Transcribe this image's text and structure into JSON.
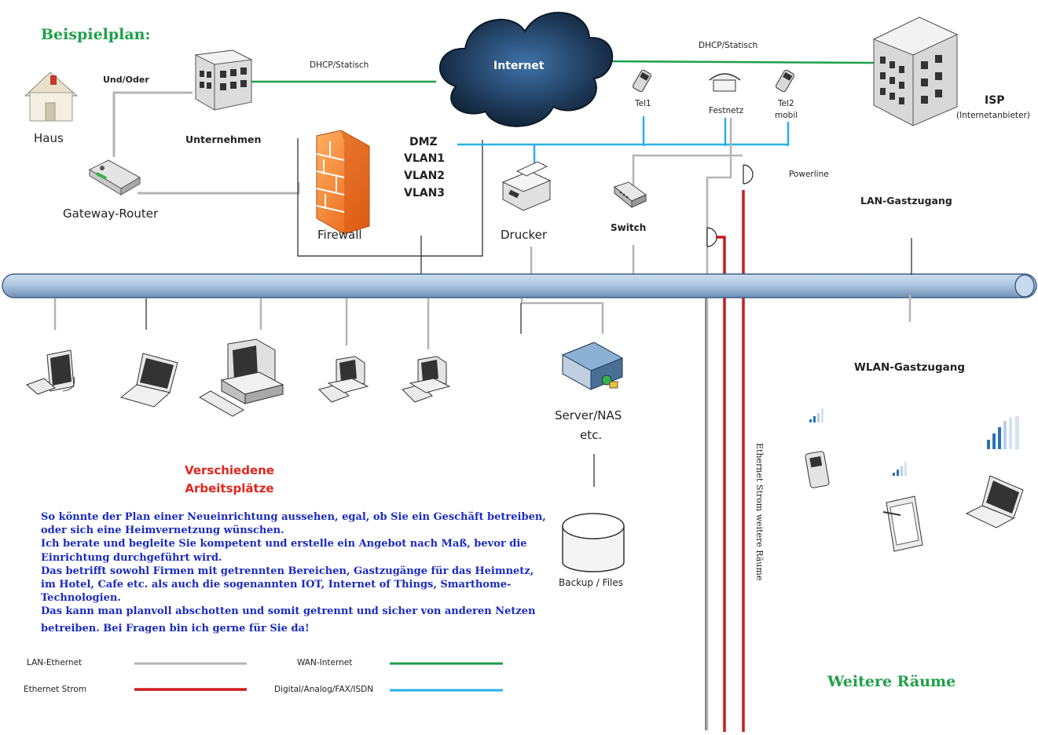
{
  "title": "Beispielplan:",
  "nodes": {
    "haus": "Haus",
    "und_oder": "Und/Oder",
    "unternehmen": "Unternehmen",
    "gateway": "Gateway-Router",
    "firewall": "Firewall",
    "internet": "Internet",
    "dhcp_left": "DHCP/Statisch",
    "dhcp_right": "DHCP/Statisch",
    "dmz": "DMZ",
    "vlan1": "VLAN1",
    "vlan2": "VLAN2",
    "vlan3": "VLAN3",
    "drucker": "Drucker",
    "switch": "Switch",
    "tel1": "Tel1",
    "festnetz": "Festnetz",
    "tel2": "Tel2",
    "tel2_sub": "mobil",
    "isp": "ISP",
    "isp_sub": "(Internetanbieter)",
    "powerline": "Powerline",
    "lan_gast": "LAN-Gastzugang",
    "wlan_gast": "WLAN-Gastzugang",
    "server": "Server/NAS",
    "server_sub": "etc.",
    "backup": "Backup / Files",
    "arbeit1": "Verschiedene",
    "arbeit2": "Arbeitsplätze",
    "ethernet_vertical": "Ethernet Strom weitere Räume",
    "weitere": "Weitere Räume"
  },
  "paragraph": [
    "So könnte der Plan einer Neueinrichtung aussehen, egal, ob Sie ein Geschäft betreiben,",
    "oder sich eine Heimvernetzung wünschen.",
    "Ich berate und begleite Sie kompetent und erstelle ein Angebot nach Maß, bevor die",
    "Einrichtung durchgeführt wird.",
    "Das betrifft sowohl Firmen mit getrennten Bereichen, Gastzugänge für das Heimnetz,",
    "im Hotel, Cafe etc. als auch die sogenannten IOT, Internet of Things, Smarthome-",
    "Technologien.",
    "Das kann man planvoll abschotten und somit getrennt und sicher von anderen Netzen",
    "betreiben. Bei Fragen bin ich gerne für Sie da!"
  ],
  "legend": {
    "lan": "LAN-Ethernet",
    "wan": "WAN-Internet",
    "eth_strom": "Ethernet Strom",
    "digital": "Digital/Analog/FAX/ISDN"
  },
  "colors": {
    "lan": "#b4b4b4",
    "wan": "#1fa04a",
    "eth_strom": "#cc1b1b",
    "digital": "#2ab0e8",
    "backbone": "#a9c3de",
    "title": "#1fa04a",
    "paragraph": "#1a2ac0",
    "highlight_red": "#e0261e"
  },
  "icons": [
    "house-icon",
    "office-building-icon",
    "router-icon",
    "firewall-icon",
    "cloud-icon",
    "mobile-phone-icon",
    "desk-phone-icon",
    "isp-building-icon",
    "printer-icon",
    "switch-icon",
    "powerline-adapter-icon",
    "desktop-monitor-icon",
    "laptop-icon",
    "workstation-icon",
    "small-pc-icon",
    "server-icon",
    "disk-storage-icon",
    "signal-bars-icon",
    "tablet-icon"
  ]
}
